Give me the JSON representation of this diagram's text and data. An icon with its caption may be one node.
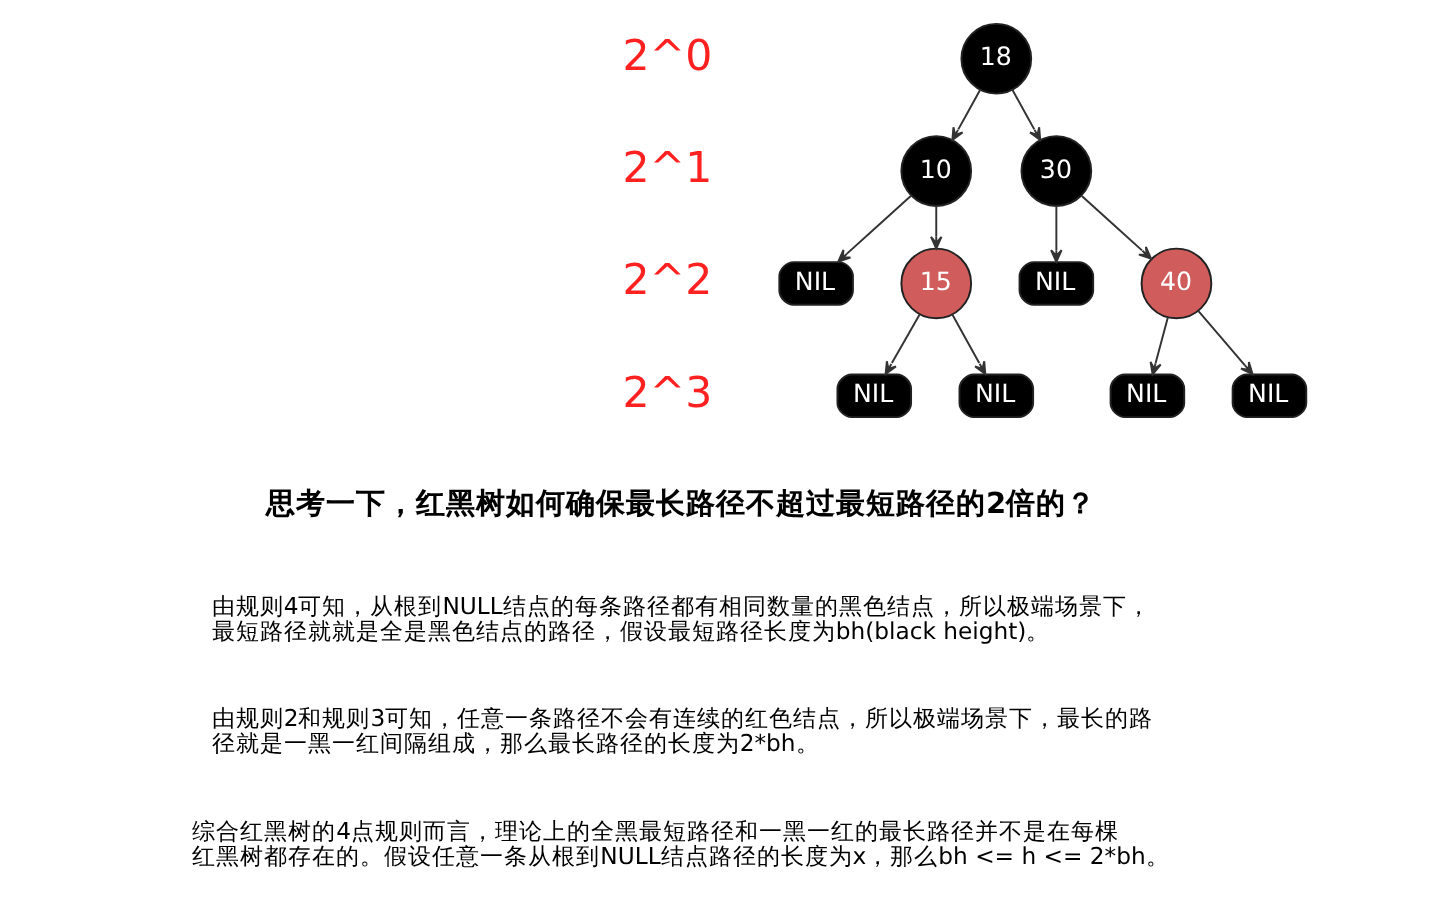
{
  "diagram": {
    "nodes": [
      {
        "text": [
          "18"
        ]
      },
      {
        "text": [
          "10"
        ]
      },
      {
        "text": [
          "30"
        ]
      },
      {
        "text": [
          "NIL"
        ]
      },
      {
        "text": [
          "15"
        ]
      },
      {
        "text": [
          "NIL"
        ]
      },
      {
        "text": [
          "40"
        ]
      },
      {
        "text": [
          "NIL"
        ]
      },
      {
        "text": [
          "NIL"
        ]
      },
      {
        "text": [
          "NIL"
        ]
      },
      {
        "text": [
          "NIL"
        ]
      }
    ],
    "edges": [
      {
        "from": 0,
        "to": 1,
        "arrow": "to"
      },
      {
        "from": 0,
        "to": 2,
        "arrow": "to"
      },
      {
        "from": 1,
        "to": 3,
        "arrow": "to"
      },
      {
        "from": 1,
        "to": 4,
        "arrow": "to"
      },
      {
        "from": 2,
        "to": 5,
        "arrow": "to"
      },
      {
        "from": 2,
        "to": 6,
        "arrow": "to"
      },
      {
        "from": 4,
        "to": 7,
        "arrow": "to"
      },
      {
        "from": 4,
        "to": 8,
        "arrow": "to"
      },
      {
        "from": 6,
        "to": 9,
        "arrow": "to"
      },
      {
        "from": 6,
        "to": 10,
        "arrow": "to"
      }
    ],
    "labels": [
      "2^0",
      "2^1",
      "2^2",
      "2^3",
      "思考一下，红黑树如何确保最长路径不超过最短路径的2倍的？",
      "由规则4可知，从根到NULL结点的每条路径都有相同数量的黑色结点，所以极端场景下，最短路径就就是全是黑色结点的路径，假设最短路径长度为bh(black height)。",
      "由规则2和规则3可知，任意一条路径不会有连续的红色结点，所以极端场景下，最长的路径就是一黑一红间隔组成，那么最长路径的长度为2*bh。",
      "综合红黑树的4点规则而言，理论上的全黑最短路径和一黑一红的最长路径并不是在每棵红黑树都存在的。假设任意一条从根到NULL结点路径的长度为x，那么bh <= h <= 2*bh。"
    ]
  }
}
